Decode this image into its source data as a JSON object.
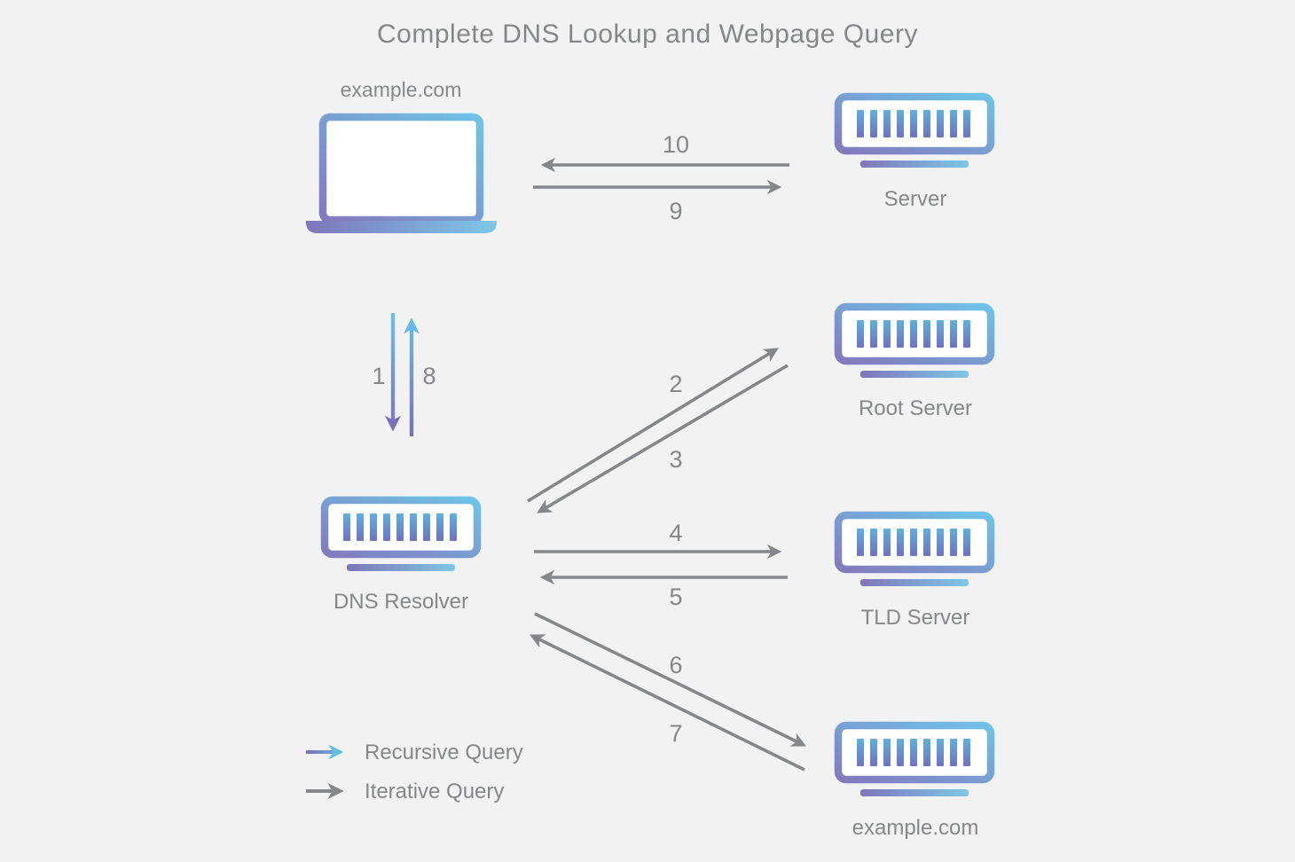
{
  "title": "Complete DNS Lookup and Webpage Query",
  "colors": {
    "background": "#f2f2f2",
    "iterative_arrow_gray": "#85878b",
    "text_gray": "#85878b",
    "recursive_purple": "#7a6fba",
    "recursive_blue": "#6cc0e8",
    "icon_gradient_purple": "#837abd",
    "icon_gradient_blue": "#6fc3e8",
    "icon_fill": "#ffffff"
  },
  "nodes": {
    "client": {
      "label": "example.com",
      "icon": "laptop-icon"
    },
    "web_server": {
      "label": "Server",
      "icon": "server-icon"
    },
    "root_server": {
      "label": "Root Server",
      "icon": "server-icon"
    },
    "dns_resolver": {
      "label": "DNS Resolver",
      "icon": "server-icon"
    },
    "tld_server": {
      "label": "TLD Server",
      "icon": "server-icon"
    },
    "authoritative_server": {
      "label": "example.com",
      "icon": "server-icon"
    }
  },
  "steps": [
    {
      "num": "1",
      "type": "recursive",
      "from": "client",
      "to": "dns_resolver"
    },
    {
      "num": "2",
      "type": "iterative",
      "from": "dns_resolver",
      "to": "root_server"
    },
    {
      "num": "3",
      "type": "iterative",
      "from": "root_server",
      "to": "dns_resolver"
    },
    {
      "num": "4",
      "type": "iterative",
      "from": "dns_resolver",
      "to": "tld_server"
    },
    {
      "num": "5",
      "type": "iterative",
      "from": "tld_server",
      "to": "dns_resolver"
    },
    {
      "num": "6",
      "type": "iterative",
      "from": "dns_resolver",
      "to": "authoritative_server"
    },
    {
      "num": "7",
      "type": "iterative",
      "from": "authoritative_server",
      "to": "dns_resolver"
    },
    {
      "num": "8",
      "type": "recursive",
      "from": "dns_resolver",
      "to": "client"
    },
    {
      "num": "9",
      "type": "iterative",
      "from": "client",
      "to": "web_server"
    },
    {
      "num": "10",
      "type": "iterative",
      "from": "web_server",
      "to": "client"
    }
  ],
  "legend": [
    {
      "label": "Recursive Query",
      "type": "recursive"
    },
    {
      "label": "Iterative Query",
      "type": "iterative"
    }
  ]
}
